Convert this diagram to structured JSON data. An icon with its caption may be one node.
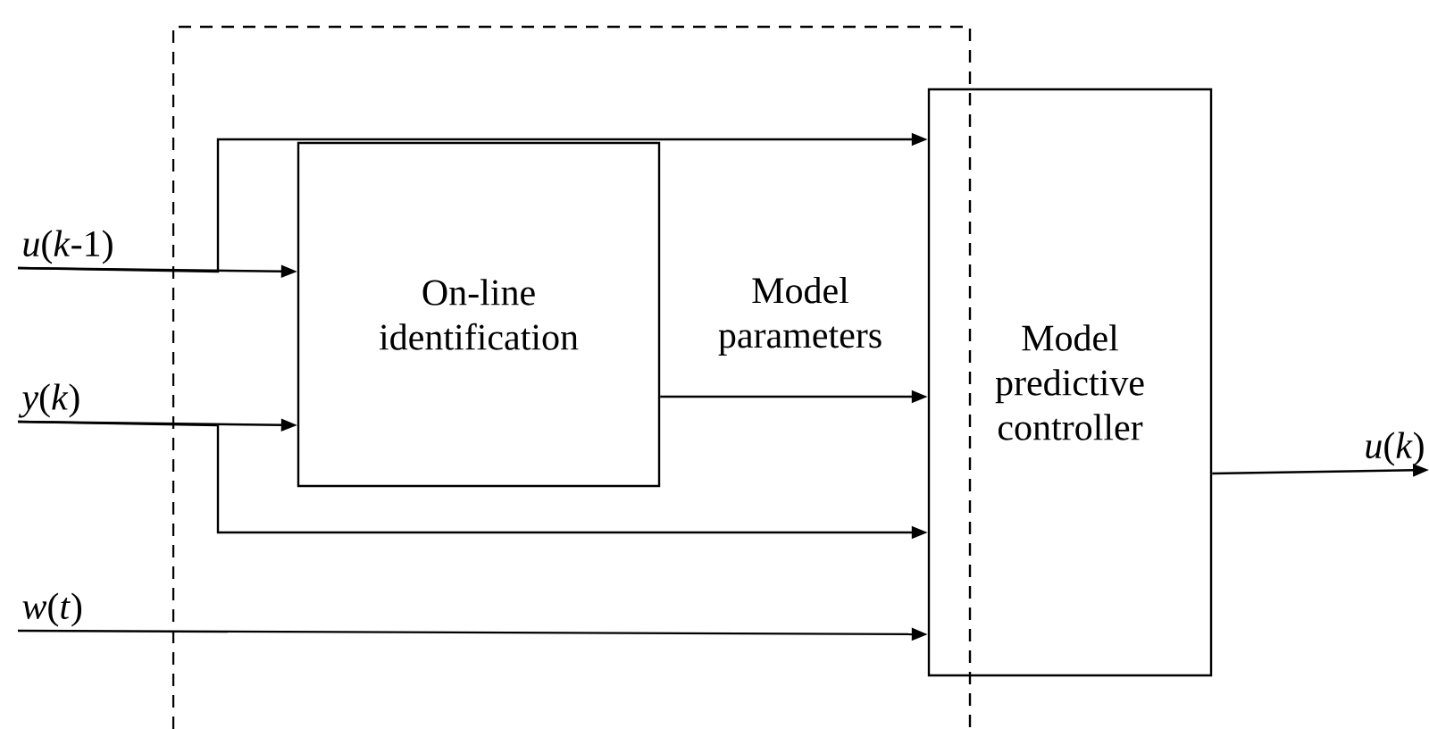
{
  "diagram": {
    "nodes": [
      {
        "text": [
          "On-line identification"
        ]
      },
      {
        "text": [
          "Model predictive controller"
        ]
      },
      {
        "text": [
          "*u*(*k*-1)"
        ]
      },
      {
        "text": [
          "*y*(*k*)"
        ]
      },
      {
        "text": [
          "*w*(*t*)"
        ]
      },
      {
        "text": [
          "*u*(*k*)"
        ]
      }
    ],
    "edges": [
      {
        "from": 2,
        "to": 0,
        "arrow": "to"
      },
      {
        "from": 2,
        "to": 1,
        "arrow": "to"
      },
      {
        "from": 3,
        "to": 0,
        "arrow": "to"
      },
      {
        "from": 3,
        "to": 1,
        "arrow": "to"
      },
      {
        "from": 4,
        "to": 1,
        "arrow": "to"
      },
      {
        "from": 0,
        "to": 1,
        "arrow": "to",
        "label": "Model parameters"
      },
      {
        "from": 1,
        "to": 5,
        "arrow": "to"
      }
    ]
  }
}
